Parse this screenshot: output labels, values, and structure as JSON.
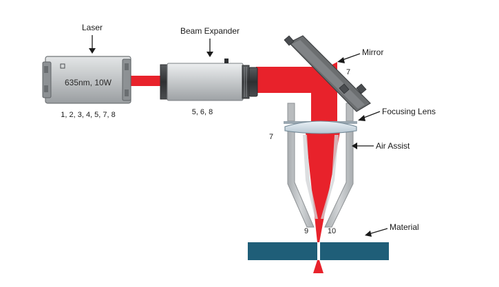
{
  "diagram": {
    "laser": {
      "label": "Laser",
      "spec": "635nm, 10W",
      "refs": "1, 2, 3, 4, 5, 7, 8"
    },
    "beam_expander": {
      "label": "Beam Expander",
      "refs": "5, 6, 8"
    },
    "mirror": {
      "label": "Mirror",
      "ref": "7"
    },
    "focusing_lens": {
      "label": "Focusing Lens",
      "ref": "7"
    },
    "air_assist": {
      "label": "Air Assist"
    },
    "material": {
      "label": "Material",
      "ref_left": "9",
      "ref_right": "10"
    }
  },
  "colors": {
    "beam": "#e8222b",
    "beam_light": "#f06a6f",
    "housing": "#b9bcbe",
    "housing_dark": "#8d9194",
    "mirror": "#6b6e70",
    "material": "#1f5e78",
    "text": "#1a1a1a"
  }
}
